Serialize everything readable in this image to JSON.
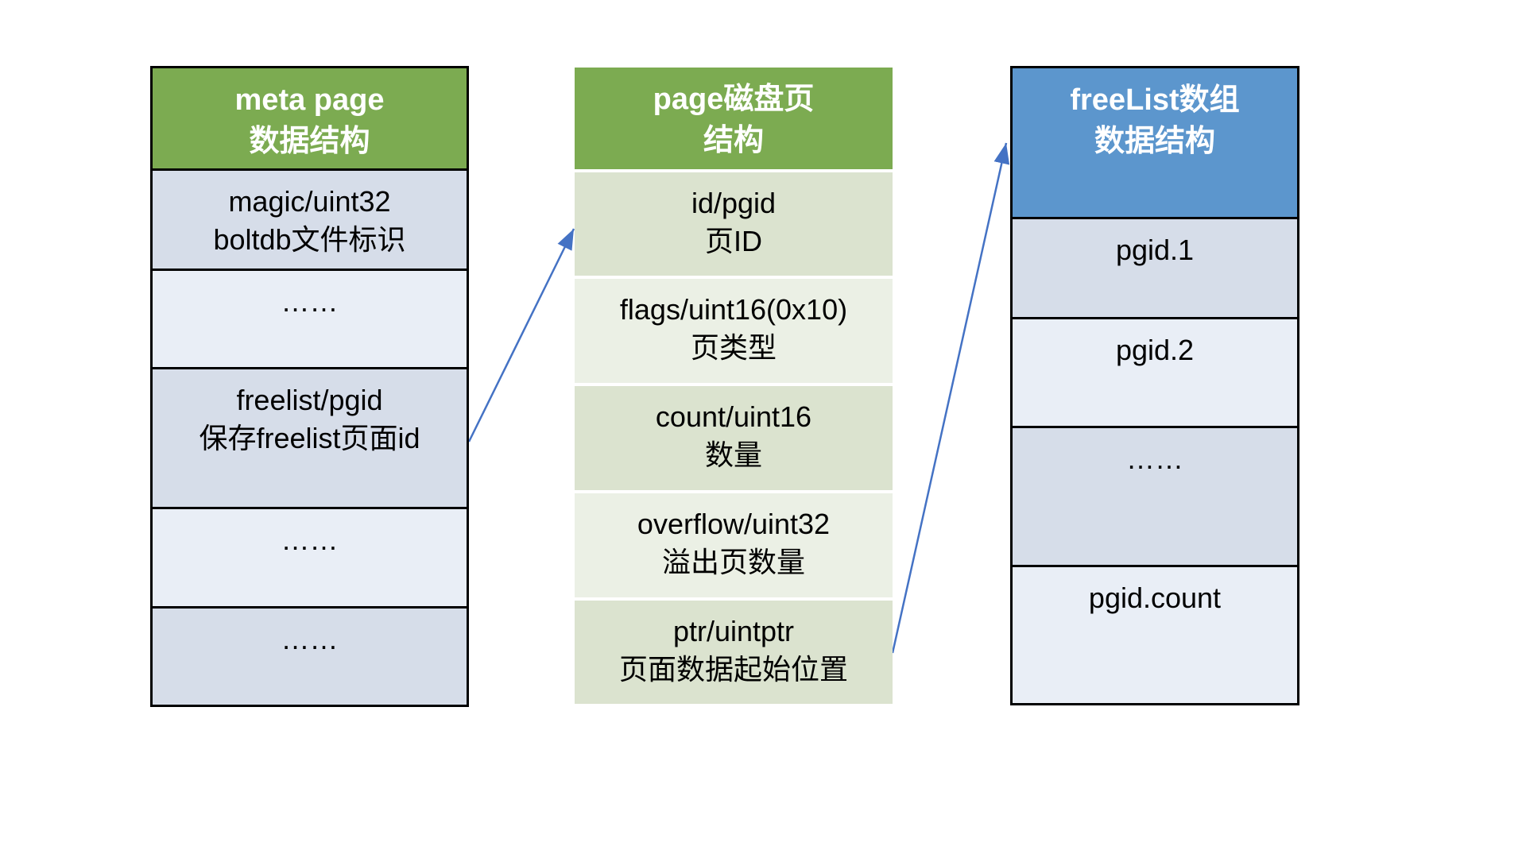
{
  "diagram": {
    "tables": [
      {
        "name": "meta-page",
        "header": [
          "meta page",
          "数据结构"
        ],
        "rows": [
          [
            "magic/uint32",
            "boltdb文件标识"
          ],
          [
            "……"
          ],
          [
            "freelist/pgid",
            "保存freelist页面id"
          ],
          [
            "……"
          ],
          [
            "……"
          ]
        ]
      },
      {
        "name": "page-disk",
        "header": [
          "page磁盘页",
          "结构"
        ],
        "rows": [
          [
            "id/pgid",
            "页ID"
          ],
          [
            "flags/uint16(0x10)",
            "页类型"
          ],
          [
            "count/uint16",
            "数量"
          ],
          [
            "overflow/uint32",
            "溢出页数量"
          ],
          [
            "ptr/uintptr",
            "页面数据起始位置"
          ]
        ]
      },
      {
        "name": "freelist-array",
        "header": [
          "freeList数组",
          "数据结构"
        ],
        "rows": [
          [
            "pgid.1"
          ],
          [
            "pgid.2"
          ],
          [
            "……"
          ],
          [
            "pgid.count"
          ]
        ]
      }
    ],
    "colors": {
      "green_header": "#7cab51",
      "blue_header": "#5c96cd",
      "blue_row_dark": "#d6dde9",
      "blue_row_light": "#e9eef6",
      "green_row_dark": "#dbe3cf",
      "green_row_light": "#ebf0e5",
      "arrow": "#4472c4",
      "border": "#000000",
      "header_text": "#ffffff",
      "cell_text": "#000000"
    }
  }
}
